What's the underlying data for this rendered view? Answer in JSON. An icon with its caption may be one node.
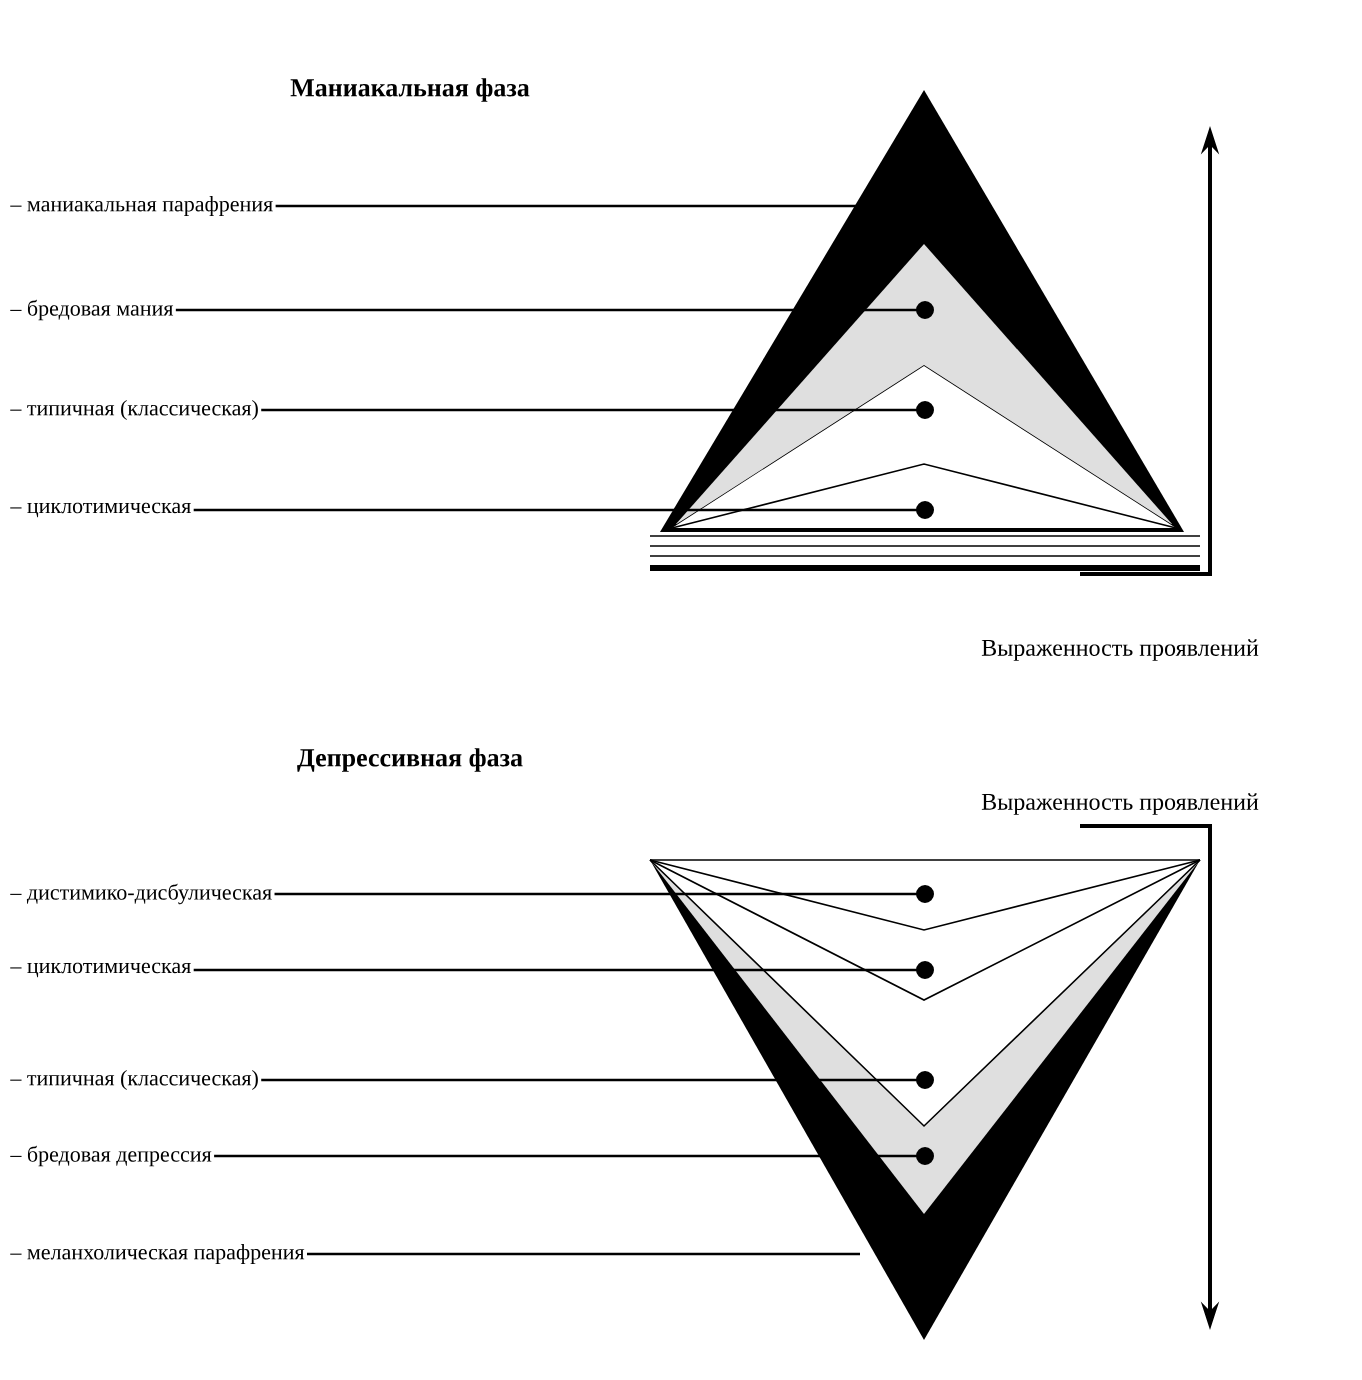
{
  "diagram": {
    "nodes": [
      {
        "text": [
          "– маниакальная парафрения"
        ]
      },
      {
        "text": [
          "– бредовая мания"
        ]
      },
      {
        "text": [
          "– типичная (классическая)"
        ]
      },
      {
        "text": [
          "– циклотимическая"
        ]
      },
      {
        "text": [
          "– дистимико-дисбулическая"
        ]
      },
      {
        "text": [
          "– циклотимическая"
        ]
      },
      {
        "text": [
          "– типичная (классическая)"
        ]
      },
      {
        "text": [
          "– бредовая депрессия"
        ]
      },
      {
        "text": [
          "– меланхолическая парафрения"
        ]
      }
    ],
    "edges": [
      {
        "from": 0,
        "to": null,
        "arrow": "none"
      },
      {
        "from": 1,
        "to": null,
        "arrow": "other"
      },
      {
        "from": 2,
        "to": null,
        "arrow": "other"
      },
      {
        "from": 3,
        "to": null,
        "arrow": "other"
      },
      {
        "from": 4,
        "to": null,
        "arrow": "other"
      },
      {
        "from": 5,
        "to": null,
        "arrow": "other"
      },
      {
        "from": 6,
        "to": null,
        "arrow": "other"
      },
      {
        "from": 7,
        "to": null,
        "arrow": "other"
      },
      {
        "from": 8,
        "to": null,
        "arrow": "none"
      }
    ],
    "labels": [
      "Маниакальная фаза",
      "Выраженность проявлений",
      "Депрессивная фаза",
      "Выраженность проявлений"
    ]
  }
}
